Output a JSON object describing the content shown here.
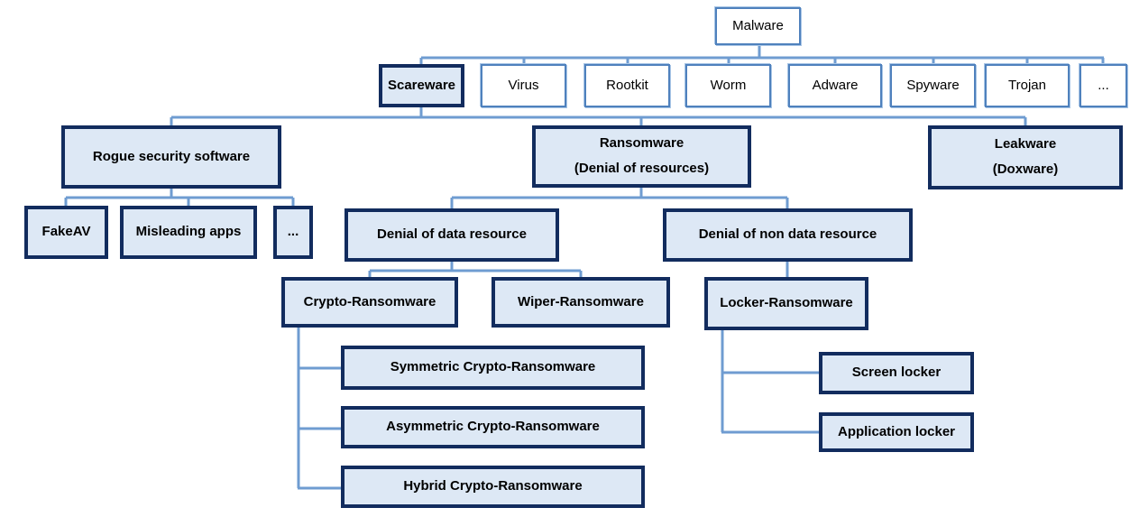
{
  "colors": {
    "dark_node_border": "#122c5e",
    "dark_node_fill": "#dde8f5",
    "light_node_border": "#4f81bd",
    "connector": "#6f9cd1",
    "text": "#000000"
  },
  "nodes": {
    "malware": "Malware",
    "scareware": "Scareware",
    "virus": "Virus",
    "rootkit": "Rootkit",
    "worm": "Worm",
    "adware": "Adware",
    "spyware": "Spyware",
    "trojan": "Trojan",
    "more_families": "...",
    "rogue": "Rogue security software",
    "ransomware_line1": "Ransomware",
    "ransomware_line2": "(Denial of resources)",
    "leakware_line1": "Leakware",
    "leakware_line2": "(Doxware)",
    "fakeav": "FakeAV",
    "misleading_apps": "Misleading apps",
    "more_rogue": "...",
    "denial_data": "Denial of data resource",
    "denial_non_data": "Denial of non data resource",
    "crypto": "Crypto-Ransomware",
    "wiper": "Wiper-Ransomware",
    "locker": "Locker-Ransomware",
    "symmetric": "Symmetric Crypto-Ransomware",
    "asymmetric": "Asymmetric Crypto-Ransomware",
    "hybrid": "Hybrid Crypto-Ransomware",
    "screen_locker": "Screen locker",
    "application_locker": "Application locker"
  }
}
